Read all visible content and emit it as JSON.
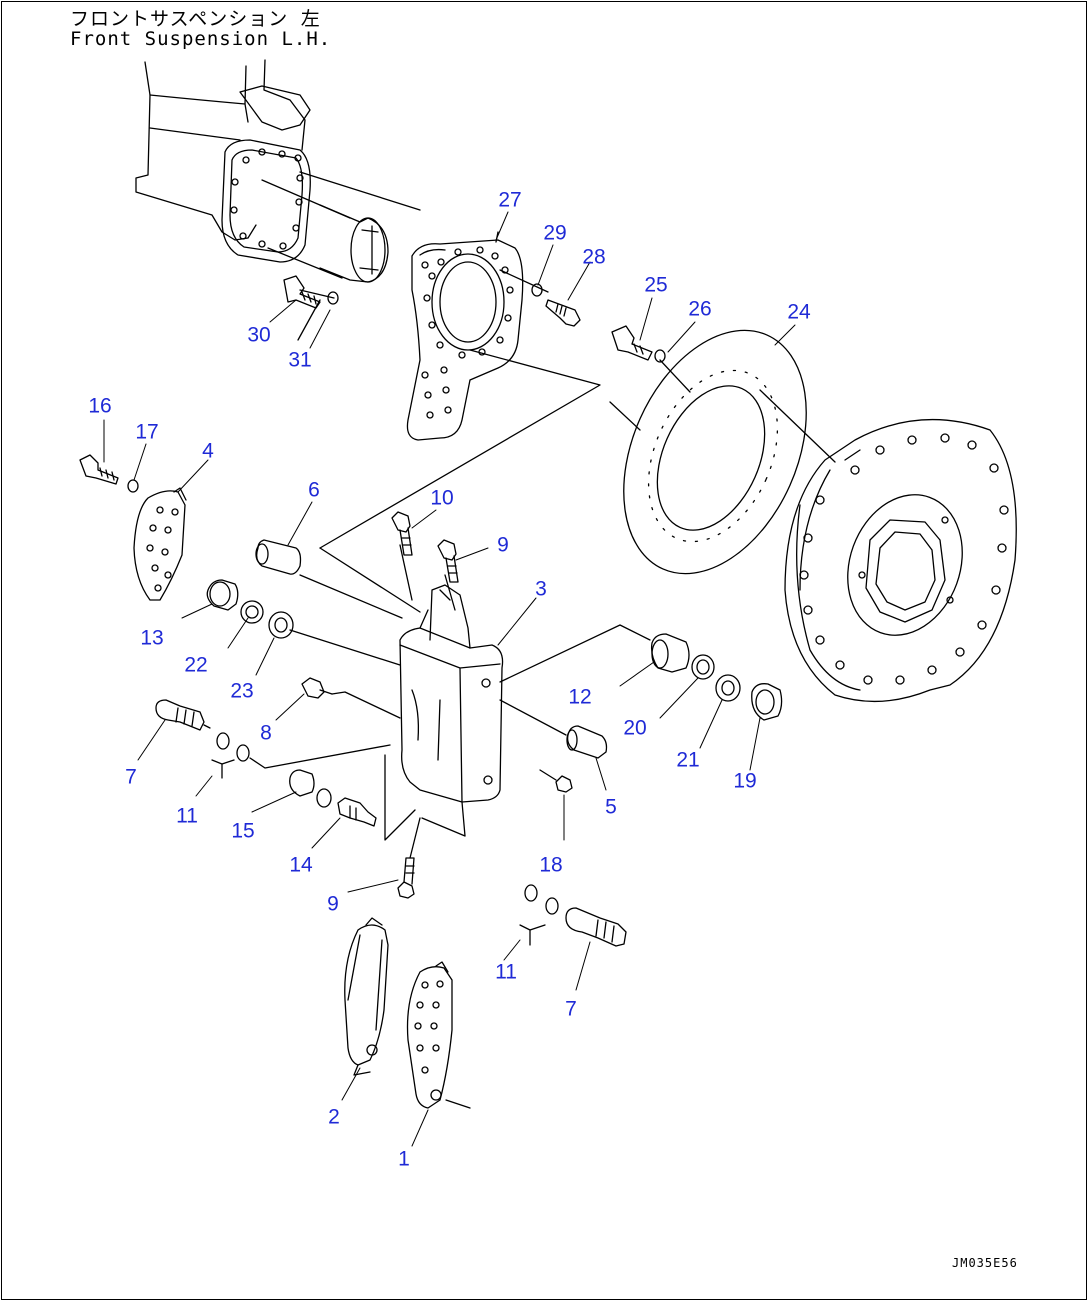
{
  "header": {
    "title_jp": "フロントサスペンション 左",
    "title_en": "Front Suspension L.H."
  },
  "callouts": [
    {
      "id": "27",
      "label": "27"
    },
    {
      "id": "29",
      "label": "29"
    },
    {
      "id": "28",
      "label": "28"
    },
    {
      "id": "25",
      "label": "25"
    },
    {
      "id": "26",
      "label": "26"
    },
    {
      "id": "24",
      "label": "24"
    },
    {
      "id": "30",
      "label": "30"
    },
    {
      "id": "31",
      "label": "31"
    },
    {
      "id": "16",
      "label": "16"
    },
    {
      "id": "17",
      "label": "17"
    },
    {
      "id": "4",
      "label": "4"
    },
    {
      "id": "6",
      "label": "6"
    },
    {
      "id": "10",
      "label": "10"
    },
    {
      "id": "9a",
      "label": "9"
    },
    {
      "id": "3",
      "label": "3"
    },
    {
      "id": "13",
      "label": "13"
    },
    {
      "id": "22",
      "label": "22"
    },
    {
      "id": "23",
      "label": "23"
    },
    {
      "id": "12",
      "label": "12"
    },
    {
      "id": "20",
      "label": "20"
    },
    {
      "id": "21",
      "label": "21"
    },
    {
      "id": "19",
      "label": "19"
    },
    {
      "id": "8",
      "label": "8"
    },
    {
      "id": "7a",
      "label": "7"
    },
    {
      "id": "11a",
      "label": "11"
    },
    {
      "id": "15",
      "label": "15"
    },
    {
      "id": "14",
      "label": "14"
    },
    {
      "id": "5",
      "label": "5"
    },
    {
      "id": "18",
      "label": "18"
    },
    {
      "id": "9b",
      "label": "9"
    },
    {
      "id": "11b",
      "label": "11"
    },
    {
      "id": "7b",
      "label": "7"
    },
    {
      "id": "2",
      "label": "2"
    },
    {
      "id": "1",
      "label": "1"
    }
  ],
  "drawing_code": "JM035E56",
  "colors": {
    "callout": "#1f2ad6",
    "line": "#000000",
    "background": "#ffffff"
  }
}
